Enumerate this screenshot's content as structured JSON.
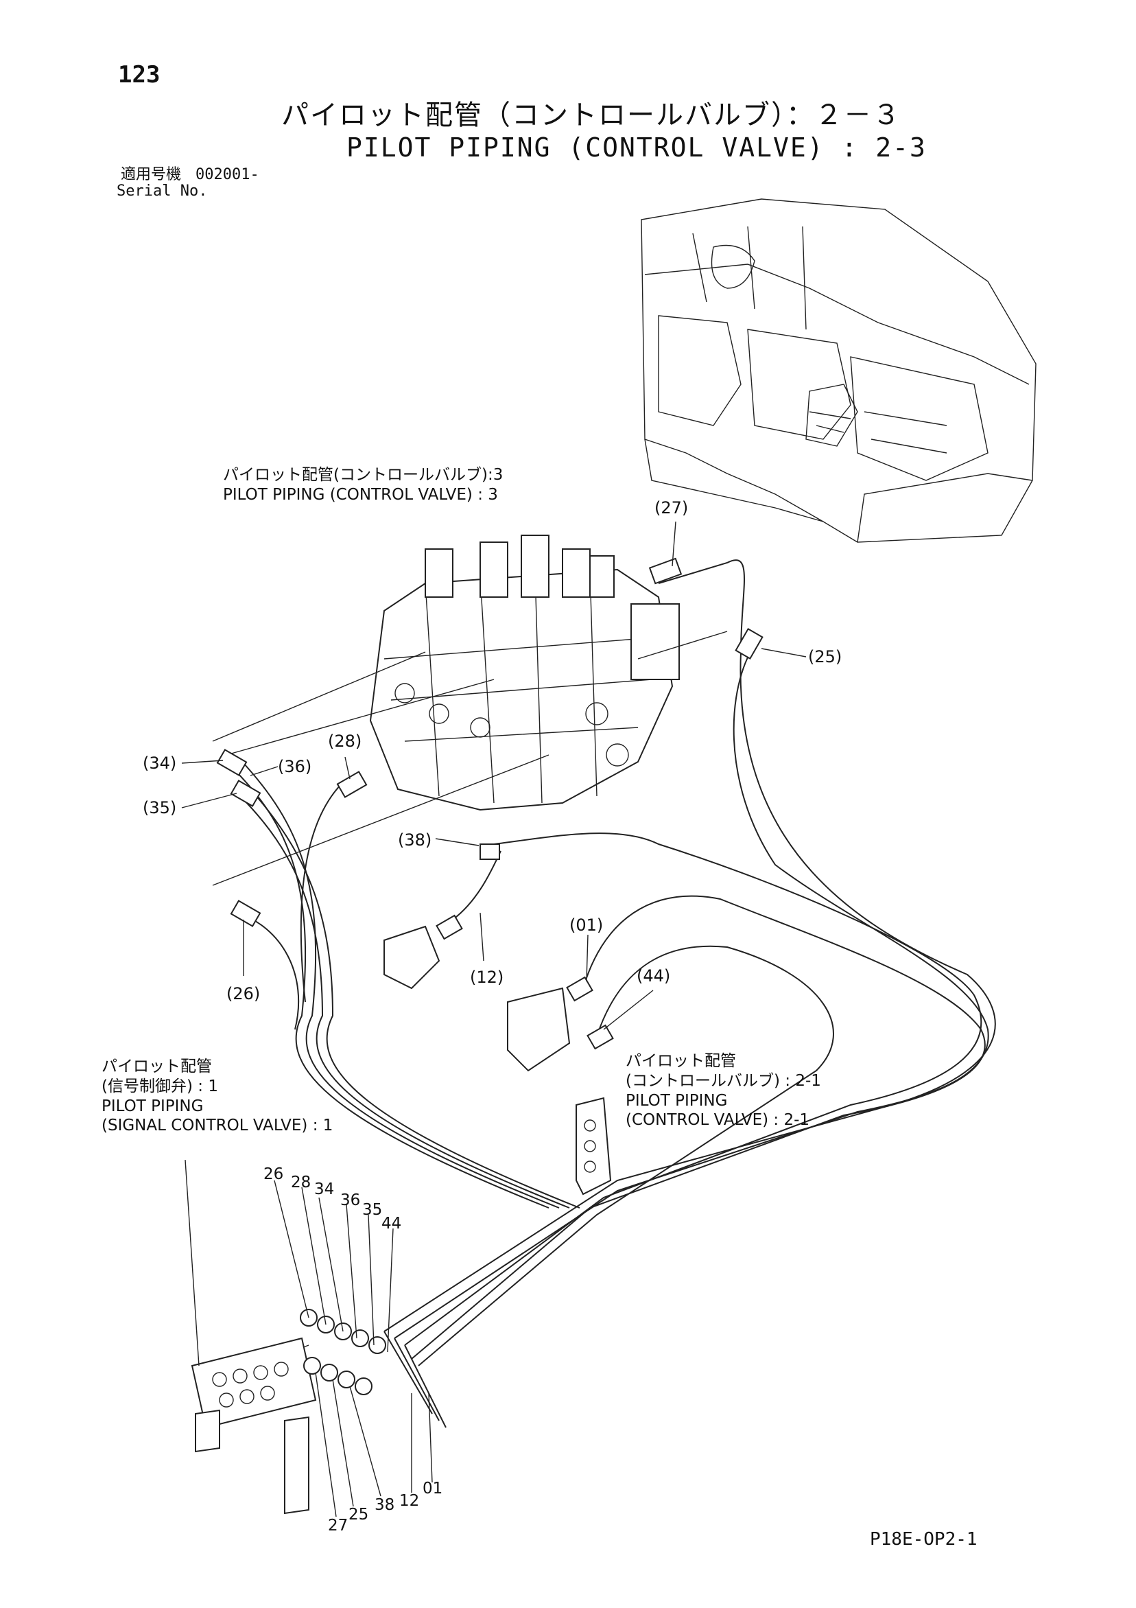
{
  "page_number": "123",
  "title_ja": "パイロット配管（コントロールバルブ）：２－３",
  "title_en": "PILOT PIPING (CONTROL VALVE) : 2-3",
  "serial": {
    "label_ja": "適用号機",
    "label_en": "Serial No.",
    "value": "002001-"
  },
  "notes": {
    "cv3_ja": "パイロット配管(コントロールバルブ):3",
    "cv3_en": "PILOT PIPING (CONTROL VALVE) : 3",
    "scv1_ja1": "パイロット配管",
    "scv1_ja2": "(信号制御弁) : 1",
    "scv1_en1": "PILOT PIPING",
    "scv1_en2": "(SIGNAL CONTROL VALVE) : 1",
    "cv21_ja1": "パイロット配管",
    "cv21_ja2": "(コントロールバルブ) : 2-1",
    "cv21_en1": "PILOT PIPING",
    "cv21_en2": "(CONTROL VALVE) : 2-1"
  },
  "callouts": {
    "c27": "(27)",
    "c25": "(25)",
    "c34": "(34)",
    "c36": "(36)",
    "c28": "(28)",
    "c35": "(35)",
    "c38": "(38)",
    "c26": "(26)",
    "c12": "(12)",
    "c01": "(01)",
    "c44": "(44)"
  },
  "bundle_top_labels": [
    "26",
    "28",
    "34",
    "36",
    "35",
    "44"
  ],
  "bundle_bottom_labels": [
    "27",
    "25",
    "38",
    "12",
    "01"
  ],
  "doc_code": "P18E-OP2-1"
}
